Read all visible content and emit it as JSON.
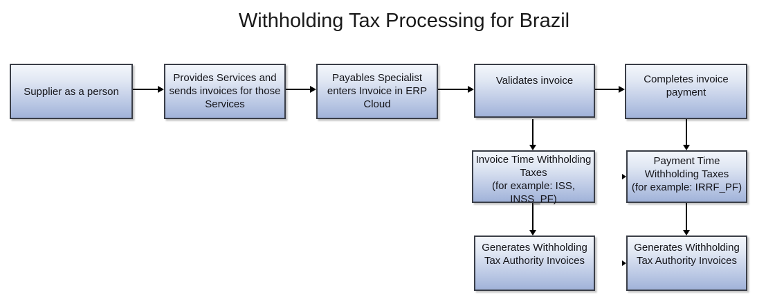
{
  "title": "Withholding Tax Processing for Brazil",
  "colors": {
    "background": "#ffffff",
    "box_border": "#3a3e47",
    "box_gradient_top": "#f3f6fb",
    "box_gradient_bottom": "#a1b3d9",
    "arrow": "#000000",
    "text": "#15151a"
  },
  "nodes": {
    "supplier": {
      "label": "Supplier as a person"
    },
    "provides_services": {
      "label": "Provides Services and\nsends invoices for those\nServices"
    },
    "payables_specialist": {
      "label": "Payables Specialist\nenters Invoice in ERP\nCloud"
    },
    "validates_invoice": {
      "label": "Validates invoice"
    },
    "completes_payment": {
      "label": "Completes invoice\npayment"
    },
    "invoice_time_taxes": {
      "label": "Invoice Time Withholding\nTaxes\n(for example: ISS,\nINSS_PF)"
    },
    "payment_time_taxes": {
      "label": "Payment Time\nWithholding Taxes\n(for example: IRRF_PF)"
    },
    "generates_invoices_left": {
      "label": "Generates Withholding\nTax Authority Invoices"
    },
    "generates_invoices_right": {
      "label": "Generates Withholding\nTax Authority Invoices"
    }
  },
  "edges": [
    {
      "from": "supplier",
      "to": "provides_services"
    },
    {
      "from": "provides_services",
      "to": "payables_specialist"
    },
    {
      "from": "payables_specialist",
      "to": "validates_invoice"
    },
    {
      "from": "validates_invoice",
      "to": "completes_payment"
    },
    {
      "from": "validates_invoice",
      "to": "invoice_time_taxes"
    },
    {
      "from": "invoice_time_taxes",
      "to": "generates_invoices_left"
    },
    {
      "from": "completes_payment",
      "to": "payment_time_taxes"
    },
    {
      "from": "payment_time_taxes",
      "to": "generates_invoices_right"
    }
  ]
}
